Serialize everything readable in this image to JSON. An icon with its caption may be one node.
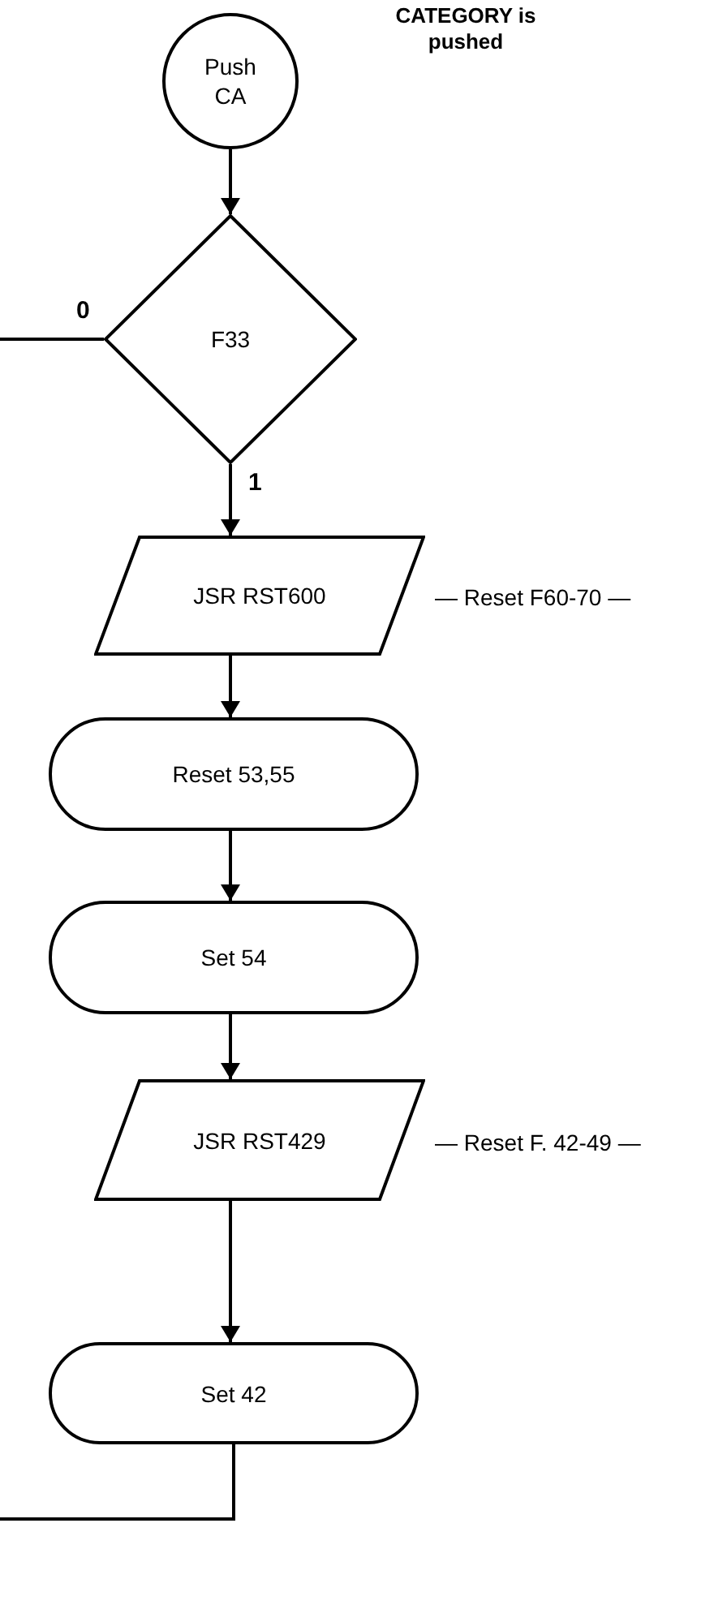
{
  "diagram": {
    "nodes": [
      {
        "text": [
          "Push CA"
        ]
      },
      {
        "text": [
          "F33"
        ]
      },
      {
        "text": [
          "JSR RST600"
        ],
        "beside": [
          "— Reset F60-70 —"
        ]
      },
      {
        "text": [
          "Reset 53,55"
        ]
      },
      {
        "text": [
          "Set 54"
        ]
      },
      {
        "text": [
          "JSR RST429"
        ],
        "beside": [
          "— Reset F. 42-49 —"
        ]
      },
      {
        "text": [
          "Set 42"
        ]
      }
    ],
    "edges": [
      {
        "from": 0,
        "to": 1,
        "arrow": "to"
      },
      {
        "from": 1,
        "to": null,
        "arrow": "none",
        "label": "0"
      },
      {
        "from": 1,
        "to": 2,
        "arrow": "to",
        "label": "1"
      },
      {
        "from": 2,
        "to": 3,
        "arrow": "to"
      },
      {
        "from": 3,
        "to": 4,
        "arrow": "to"
      },
      {
        "from": 4,
        "to": 5,
        "arrow": "to"
      },
      {
        "from": 5,
        "to": 6,
        "arrow": "to"
      },
      {
        "from": 6,
        "to": null,
        "arrow": "none"
      }
    ],
    "labels": [
      "CATEGORY is pushed"
    ]
  }
}
